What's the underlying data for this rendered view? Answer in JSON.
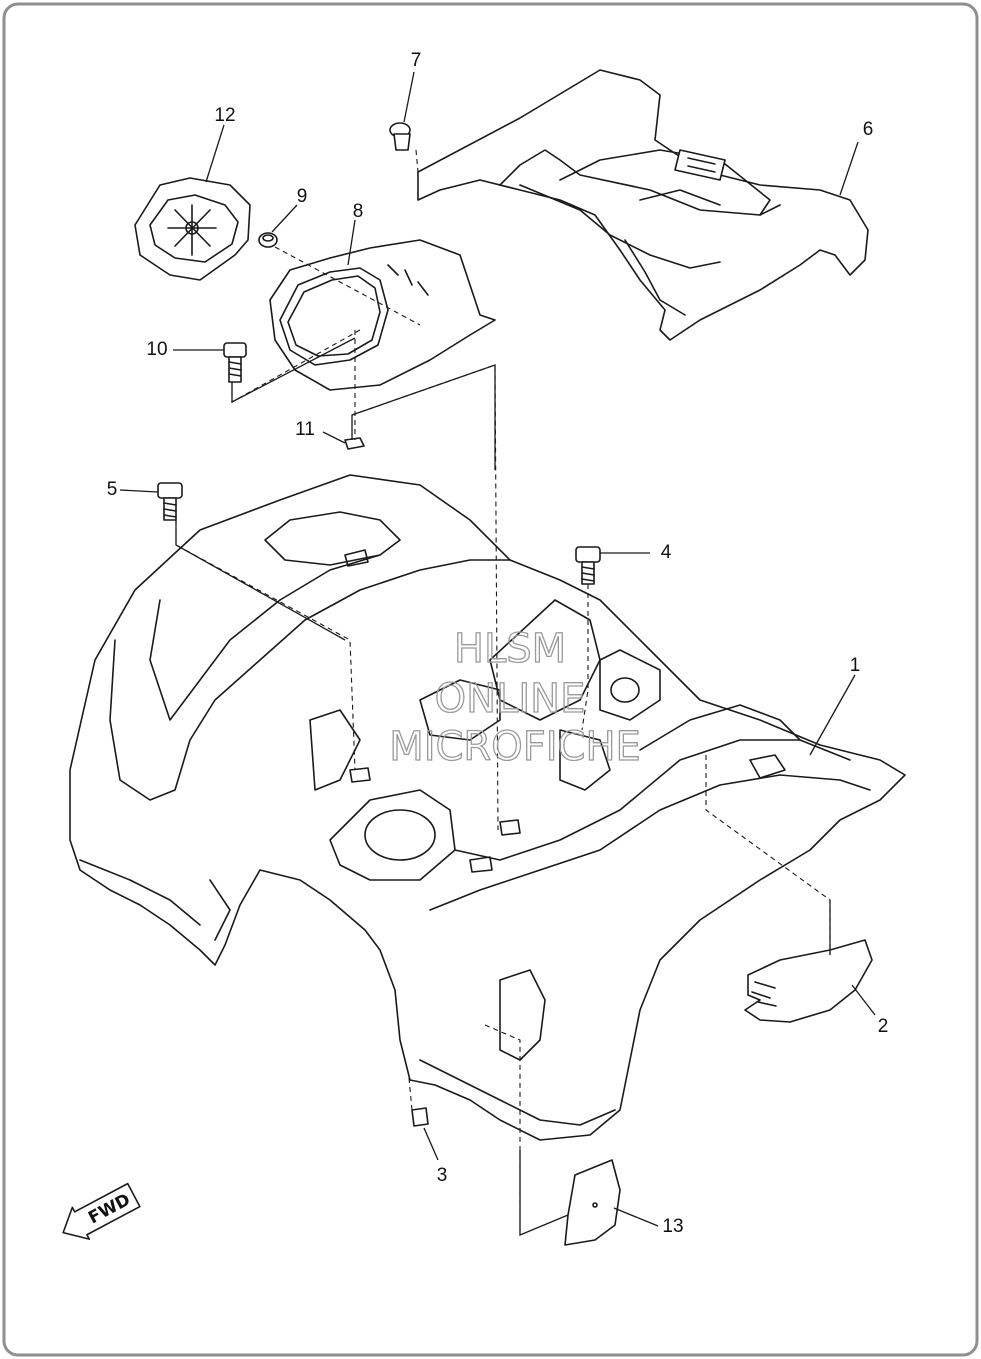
{
  "callouts": {
    "c1": "1",
    "c2": "2",
    "c3": "3",
    "c4": "4",
    "c5": "5",
    "c6": "6",
    "c7": "7",
    "c8": "8",
    "c9": "9",
    "c10": "10",
    "c11": "11",
    "c12": "12",
    "c13": "13"
  },
  "watermark": {
    "line1": "HLSM",
    "line2": "ONLINE",
    "line3": "MICROFICHE"
  },
  "direction_badge": {
    "label": "FWD"
  },
  "colors": {
    "frame": "#8f8f8f",
    "line": "#1a1a1a",
    "watermark": "#9a9a9a"
  }
}
